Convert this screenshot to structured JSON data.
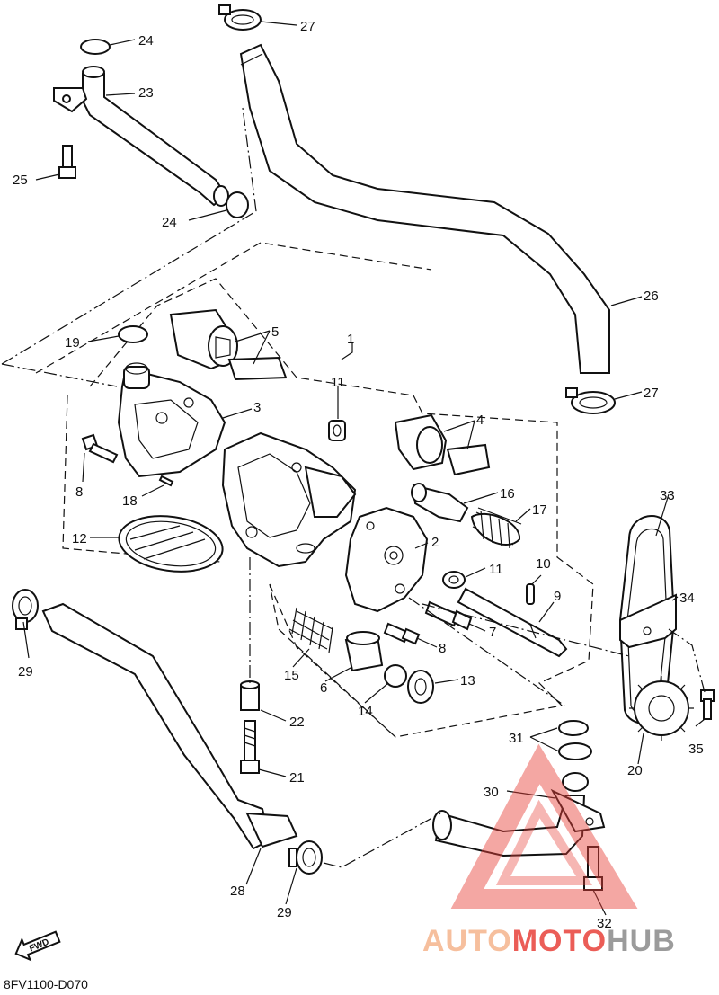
{
  "diagram": {
    "code": "8FV1100-D070",
    "fwd_label": "FWD",
    "labels": [
      {
        "id": "c1",
        "text": "1"
      },
      {
        "id": "c2",
        "text": "2"
      },
      {
        "id": "c3",
        "text": "3"
      },
      {
        "id": "c4",
        "text": "4"
      },
      {
        "id": "c5",
        "text": "5"
      },
      {
        "id": "c6",
        "text": "6"
      },
      {
        "id": "c7",
        "text": "7"
      },
      {
        "id": "c8a",
        "text": "8"
      },
      {
        "id": "c8b",
        "text": "8"
      },
      {
        "id": "c9",
        "text": "9"
      },
      {
        "id": "c10",
        "text": "10"
      },
      {
        "id": "c11a",
        "text": "11"
      },
      {
        "id": "c11b",
        "text": "11"
      },
      {
        "id": "c12",
        "text": "12"
      },
      {
        "id": "c13",
        "text": "13"
      },
      {
        "id": "c14",
        "text": "14"
      },
      {
        "id": "c15",
        "text": "15"
      },
      {
        "id": "c16",
        "text": "16"
      },
      {
        "id": "c17",
        "text": "17"
      },
      {
        "id": "c18",
        "text": "18"
      },
      {
        "id": "c19",
        "text": "19"
      },
      {
        "id": "c20",
        "text": "20"
      },
      {
        "id": "c21",
        "text": "21"
      },
      {
        "id": "c22",
        "text": "22"
      },
      {
        "id": "c23",
        "text": "23"
      },
      {
        "id": "c24a",
        "text": "24"
      },
      {
        "id": "c24b",
        "text": "24"
      },
      {
        "id": "c25",
        "text": "25"
      },
      {
        "id": "c26",
        "text": "26"
      },
      {
        "id": "c27a",
        "text": "27"
      },
      {
        "id": "c27b",
        "text": "27"
      },
      {
        "id": "c28",
        "text": "28"
      },
      {
        "id": "c29a",
        "text": "29"
      },
      {
        "id": "c29b",
        "text": "29"
      },
      {
        "id": "c30",
        "text": "30"
      },
      {
        "id": "c31",
        "text": "31"
      },
      {
        "id": "c32",
        "text": "32"
      },
      {
        "id": "c33",
        "text": "33"
      },
      {
        "id": "c34",
        "text": "34"
      },
      {
        "id": "c35",
        "text": "35"
      }
    ]
  },
  "watermark": {
    "part1": "AUTO",
    "part2": "MOTO",
    "part3": "HUB",
    "color_light": "#f5b48c",
    "color_red": "#e8413a",
    "color_gray": "#8a8a8a"
  }
}
